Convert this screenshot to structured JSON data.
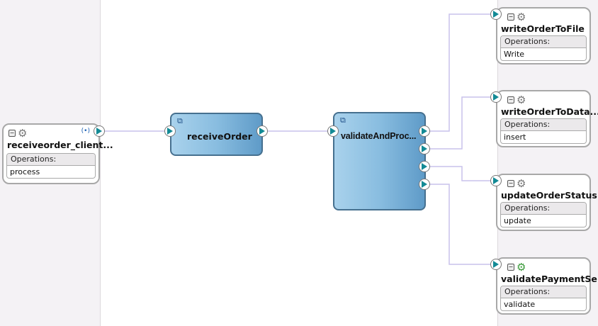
{
  "service": {
    "name": "receiveorder_client...",
    "ops_header": "Operations:",
    "operation": "process"
  },
  "components": [
    {
      "name": "receiveOrder"
    },
    {
      "name": "validateAndProc..."
    }
  ],
  "references": [
    {
      "name": "writeOrderToFile",
      "ops_header": "Operations:",
      "operation": "Write",
      "icon": "file-adapter-icon"
    },
    {
      "name": "writeOrderToData...",
      "ops_header": "Operations:",
      "operation": "insert",
      "icon": "database-adapter-icon"
    },
    {
      "name": "updateOrderStatus",
      "ops_header": "Operations:",
      "operation": "update",
      "icon": "database-adapter-icon"
    },
    {
      "name": "validatePaymentSe...",
      "ops_header": "Operations:",
      "operation": "validate",
      "icon": "web-service-icon"
    }
  ],
  "colors": {
    "wire": "#c9c2ec",
    "component": "#89bde0",
    "port": "#138a95"
  }
}
